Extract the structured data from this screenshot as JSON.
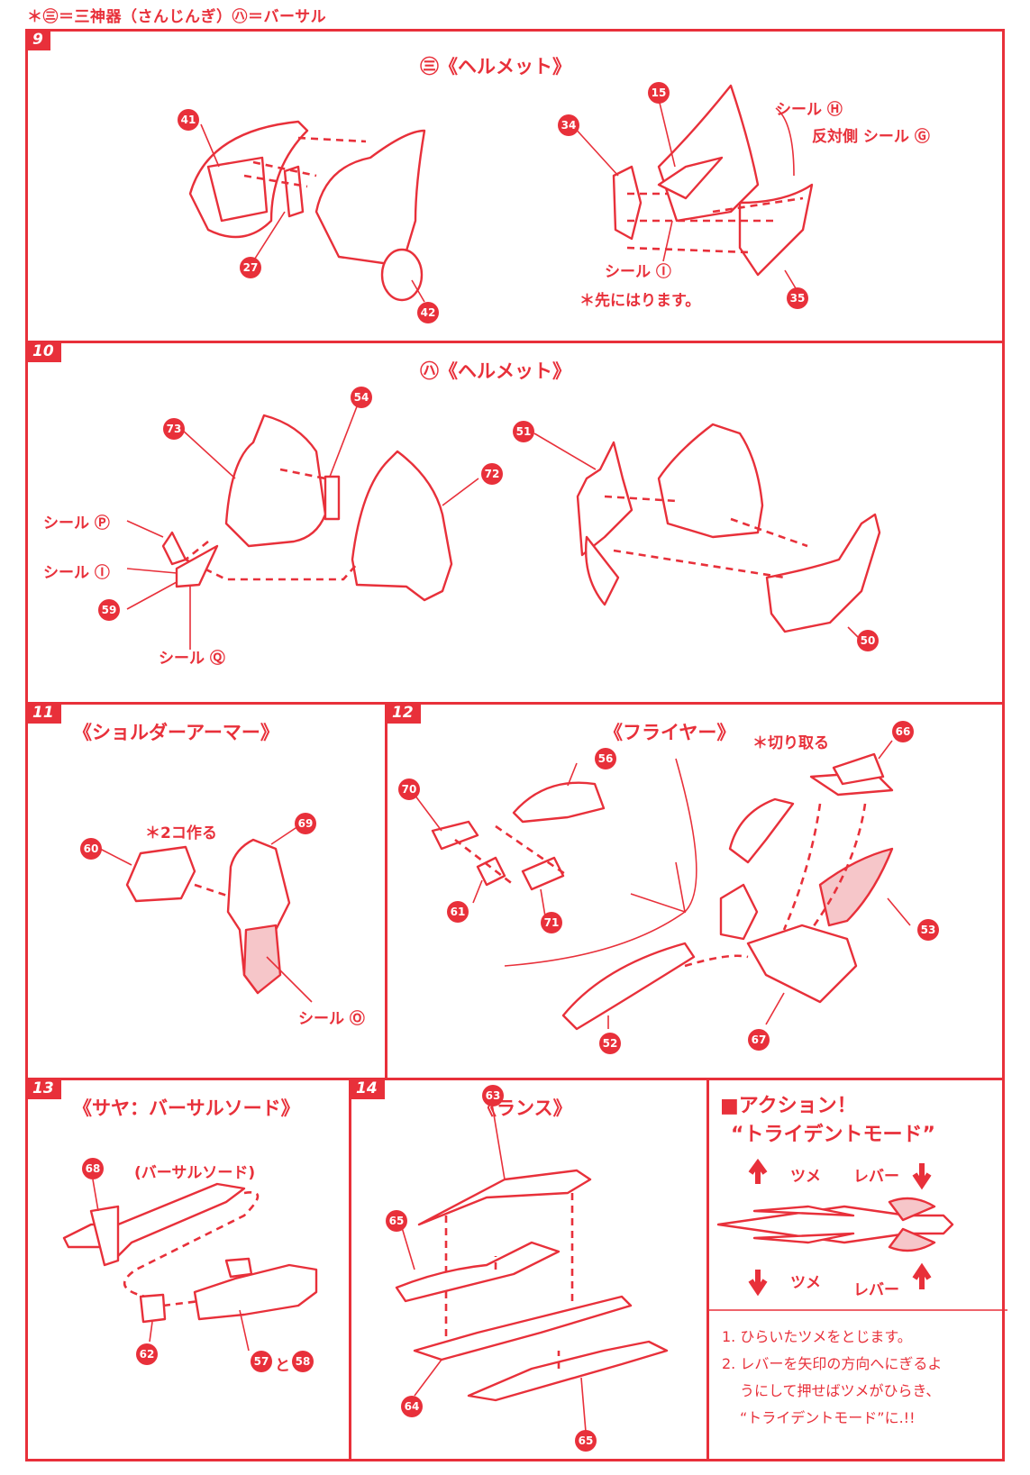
{
  "legend": "＊㊂＝三神器（さんじんぎ）㋩＝バーサル",
  "colors": {
    "accent": "#e8303a",
    "tint": "#f6c6c9"
  },
  "step9": {
    "no": "9",
    "title": "㊂《ヘルメット》",
    "seal_h": "シール Ⓗ",
    "seal_g": "反対側 シール Ⓖ",
    "seal_i": "シール Ⓘ",
    "note": "＊先にはります。",
    "parts": [
      "41",
      "27",
      "42",
      "34",
      "15",
      "35"
    ]
  },
  "step10": {
    "no": "10",
    "title": "㋩《ヘルメット》",
    "seal_p": "シール Ⓟ",
    "seal_i": "シール Ⓘ",
    "seal_q": "シール Ⓠ",
    "parts": [
      "73",
      "54",
      "72",
      "59",
      "51",
      "50"
    ]
  },
  "step11": {
    "no": "11",
    "title": "《ショルダーアーマー》",
    "note": "＊2コ作る",
    "seal_o": "シール Ⓞ",
    "parts": [
      "60",
      "69"
    ]
  },
  "step12": {
    "no": "12",
    "title": "《フライヤー》",
    "note": "＊切り取る",
    "parts": [
      "70",
      "56",
      "61",
      "71",
      "66",
      "53",
      "52",
      "67"
    ]
  },
  "step13": {
    "no": "13",
    "title": "《サヤ：バーサルソード》",
    "sword_label": "(バーサルソード)",
    "to": "と",
    "parts": [
      "68",
      "62",
      "57",
      "58"
    ]
  },
  "step14": {
    "no": "14",
    "title": "《ランス》",
    "parts": [
      "63",
      "65",
      "64",
      "65b"
    ],
    "parts_text": {
      "p65b": "65"
    }
  },
  "action": {
    "title1": "■アクション！",
    "title2": "“トライデントモード”",
    "tsume": "ツメ",
    "lever": "レバー",
    "instructions": [
      "1. ひらいたツメをとじます。",
      "2. レバーを矢印の方向へにぎるよ",
      "うにして押せばツメがひらき、",
      "“トライデントモード”に.!!"
    ]
  }
}
